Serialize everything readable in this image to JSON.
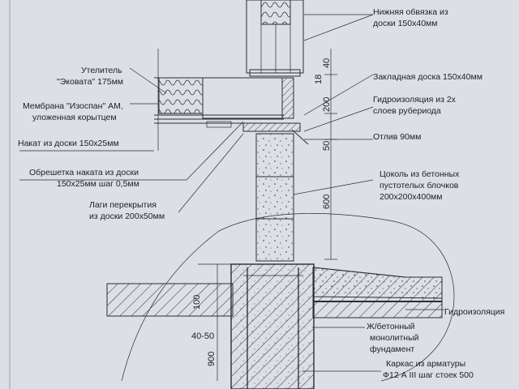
{
  "labels": {
    "bottom_plate_1": "Нижняя обвязка из",
    "bottom_plate_2": "доски 150х40мм",
    "insulation_1": "Утелитель",
    "insulation_2": "\"Эковата\" 175мм",
    "membrane_1": "Мембрана \"Изоспан\" АМ,",
    "membrane_2": "уложенная корытцем",
    "deck": "Накат из доски 150х25мм",
    "embedded_board": "Закладная доска 150х40мм",
    "waterproofing_1": "Гидроизоляция из 2х",
    "waterproofing_2": "слоев рубериода",
    "drip": "Отлив 90мм",
    "lathing_1": "Обрешетка наката из доски",
    "lathing_2": "150х25мм шаг 0,5мм",
    "joists_1": "Лаги перекрытия",
    "joists_2": "из доски 200х50мм",
    "plinth_1": "Цоколь из бетонных",
    "plinth_2": "пустотелых блочков",
    "plinth_3": "200х200х400мм",
    "ground_waterproofing": "Гидроизоляция",
    "foundation_1": "Ж/бетонный",
    "foundation_2": "монолитный",
    "foundation_3": "фундамент",
    "rebar_1": "Каркас из арматуры",
    "rebar_2": "Ф12 А III шаг стоек 500"
  },
  "dimensions": {
    "d40": "40",
    "d18": "18",
    "d200": "200",
    "d50": "50",
    "d600": "600",
    "d100": "100",
    "d40_50": "40-50",
    "d900": "900"
  }
}
